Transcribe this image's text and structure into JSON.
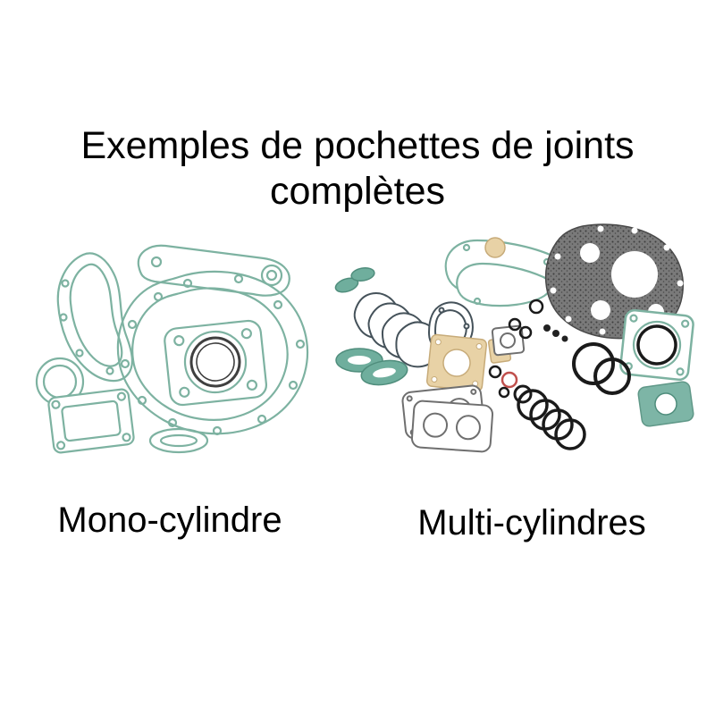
{
  "title": {
    "line1": "Exemples de pochettes de joints",
    "line2": "complètes"
  },
  "figures": [
    {
      "id": "mono",
      "label": "Mono-cylindre",
      "illustration": "mono-cylinder-gasket-kit-illustration"
    },
    {
      "id": "multi",
      "label": "Multi-cylindres",
      "illustration": "multi-cylinder-gasket-kit-illustration"
    }
  ],
  "colors": {
    "background": "#ffffff",
    "text": "#000000",
    "teal": "#7db2a1",
    "teal_fill": "#6fae9d",
    "teal_dark": "#4f8d7c",
    "ring": "#1a1a1a",
    "tan": "#e8d2a6",
    "dark_gasket": "#6e6e6e",
    "accent_red": "#c0504d"
  }
}
